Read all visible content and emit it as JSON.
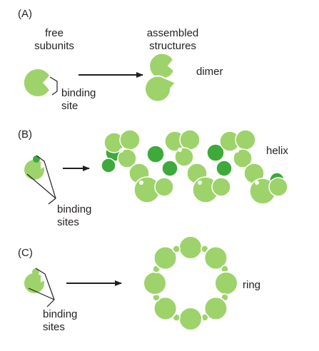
{
  "panels": {
    "a": {
      "letter": "(A)",
      "free_label_1": "free",
      "free_label_2": "subunits",
      "assembled_label_1": "assembled",
      "assembled_label_2": "structures",
      "binding_label_1": "binding",
      "binding_label_2": "site",
      "structure_label": "dimer"
    },
    "b": {
      "letter": "(B)",
      "binding_label_1": "binding",
      "binding_label_2": "sites",
      "structure_label": "helix"
    },
    "c": {
      "letter": "(C)",
      "binding_label_1": "binding",
      "binding_label_2": "sites",
      "structure_label": "ring"
    }
  },
  "colors": {
    "subunit_light": "#9dd36a",
    "subunit_dark": "#3daa3a",
    "subunit_edge": "#ffffff",
    "line": "#231f20"
  }
}
